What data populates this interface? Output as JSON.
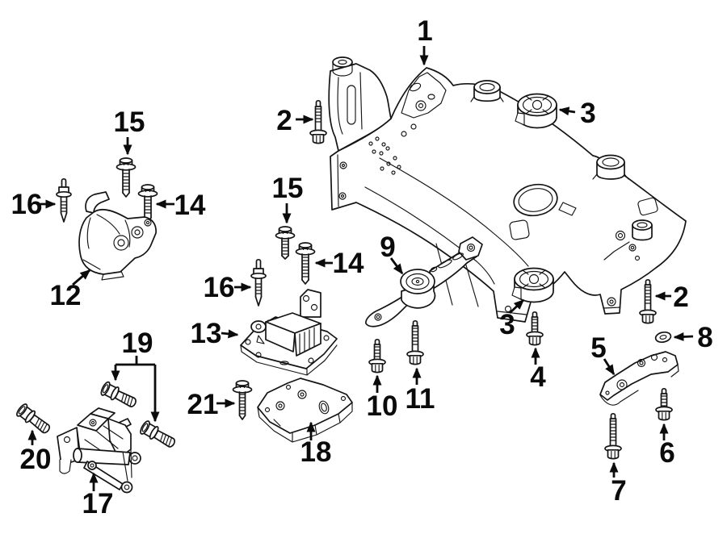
{
  "figure": {
    "kind": "exploded-parts-line-diagram",
    "subject": "engine and transmission mounting with subframe crossmember",
    "background_color": "#ffffff",
    "ink_color": "#141414",
    "label_color": "#0b0b0b"
  },
  "callouts": [
    {
      "label": "1",
      "target": "subframe"
    },
    {
      "label": "2",
      "target": "bolt-2-left"
    },
    {
      "label": "3",
      "target": "mount-3-upper"
    },
    {
      "label": "15",
      "target": "bolt-15-left"
    },
    {
      "label": "16",
      "target": "bolt-16-left"
    },
    {
      "label": "14",
      "target": "bolt-14-left"
    },
    {
      "label": "12",
      "target": "engine-mount-12"
    },
    {
      "label": "15",
      "target": "bolt-15-center"
    },
    {
      "label": "14",
      "target": "bolt-14-center"
    },
    {
      "label": "16",
      "target": "bolt-16-center"
    },
    {
      "label": "13",
      "target": "transmission-mount-13"
    },
    {
      "label": "9",
      "target": "torque-strut-9"
    },
    {
      "label": "10",
      "target": "bolt-10"
    },
    {
      "label": "11",
      "target": "bolt-11"
    },
    {
      "label": "3",
      "target": "mount-3-lower"
    },
    {
      "label": "4",
      "target": "bolt-4"
    },
    {
      "label": "2",
      "target": "bolt-2-right"
    },
    {
      "label": "8",
      "target": "washer-8"
    },
    {
      "label": "5",
      "target": "support-bracket-5"
    },
    {
      "label": "6",
      "target": "bolt-6"
    },
    {
      "label": "7",
      "target": "bolt-7"
    },
    {
      "label": "19",
      "target": "bolts-19"
    },
    {
      "label": "20",
      "target": "bolt-20"
    },
    {
      "label": "17",
      "target": "bracket-17"
    },
    {
      "label": "21",
      "target": "bolt-21"
    },
    {
      "label": "18",
      "target": "bracket-18"
    }
  ]
}
